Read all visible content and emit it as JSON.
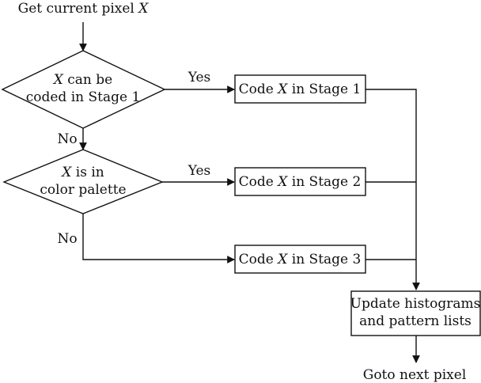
{
  "start": {
    "text": "Get current pixel ",
    "var": "X"
  },
  "decision1": {
    "line1_var": "X",
    "line1_rest": " can be",
    "line2": "coded in Stage 1"
  },
  "decision2": {
    "line1_var": "X",
    "line1_rest": " is in",
    "line2": "color palette"
  },
  "stage1": {
    "prefix": "Code ",
    "var": "X",
    "suffix": " in Stage 1"
  },
  "stage2": {
    "prefix": "Code ",
    "var": "X",
    "suffix": " in Stage 2"
  },
  "stage3": {
    "prefix": "Code ",
    "var": "X",
    "suffix": " in Stage 3"
  },
  "update": {
    "line1": "Update histograms",
    "line2": "and pattern lists"
  },
  "end": {
    "text": "Goto next pixel"
  },
  "edges": {
    "yes1": "Yes",
    "yes2": "Yes",
    "no1": "No",
    "no2": "No"
  }
}
